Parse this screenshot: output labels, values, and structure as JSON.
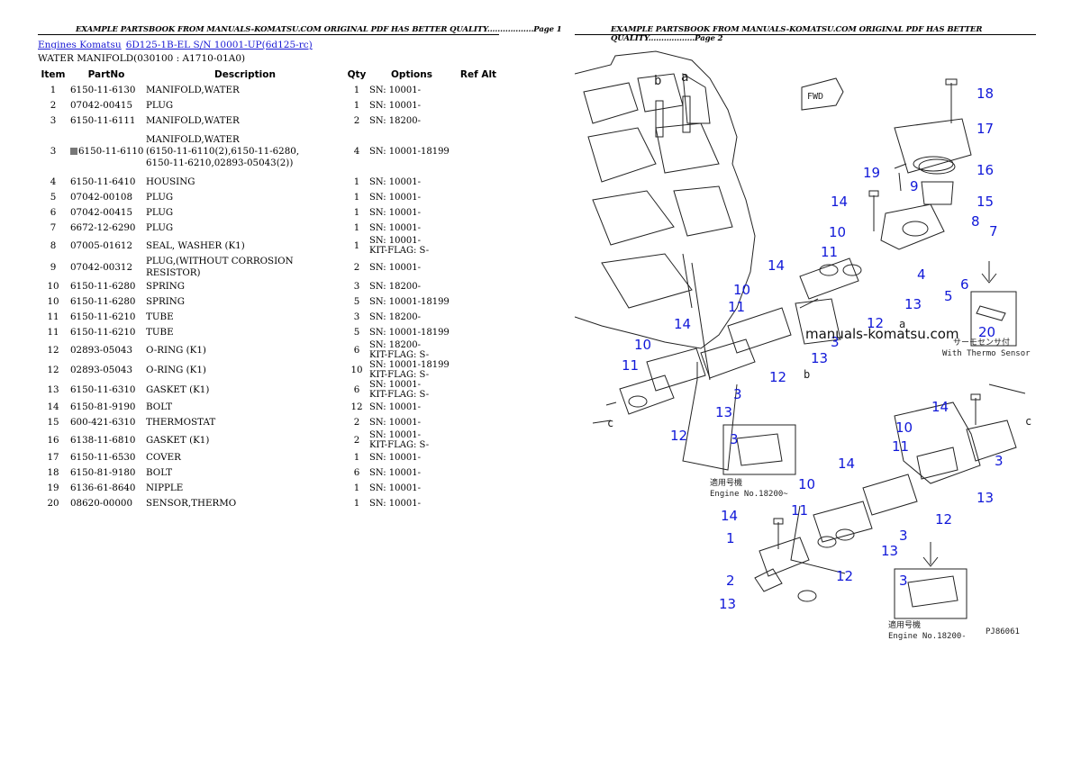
{
  "header": {
    "left": "EXAMPLE PARTSBOOK FROM MANUALS-KOMATSU.COM ORIGINAL PDF HAS BETTER QUALITY..................Page 1",
    "right": "EXAMPLE PARTSBOOK FROM MANUALS-KOMATSU.COM ORIGINAL PDF HAS BETTER QUALITY..................Page 2"
  },
  "breadcrumb": {
    "engines": "Engines Komatsu",
    "model": "6D125-1B-EL S/N 10001-UP(6d125-rc)"
  },
  "section_title": "WATER MANIFOLD(030100 : A1710-01A0)",
  "table": {
    "headers": [
      "Item",
      "PartNo",
      "Description",
      "Qty",
      "Options",
      "Ref Alt"
    ],
    "rows": [
      {
        "item": "1",
        "part": "6150-11-6130",
        "desc": "MANIFOLD,WATER",
        "qty": "1",
        "opt": "SN: 10001-",
        "h": "r1"
      },
      {
        "item": "2",
        "part": "07042-00415",
        "desc": "PLUG",
        "qty": "1",
        "opt": "SN: 10001-",
        "h": "r1"
      },
      {
        "item": "3",
        "part": "6150-11-6111",
        "desc": "MANIFOLD,WATER",
        "qty": "2",
        "opt": "SN: 18200-",
        "h": "r1"
      },
      {
        "item": "3",
        "part": "6150-11-6110",
        "desc": "MANIFOLD,WATER\n(6150-11-6110(2),6150-11-6280,\n6150-11-6210,02893-05043(2))",
        "qty": "4",
        "opt": "SN: 10001-18199",
        "h": "r3",
        "mark": true
      },
      {
        "item": "4",
        "part": "6150-11-6410",
        "desc": "HOUSING",
        "qty": "1",
        "opt": "SN: 10001-",
        "h": "r1"
      },
      {
        "item": "5",
        "part": "07042-00108",
        "desc": "PLUG",
        "qty": "1",
        "opt": "SN: 10001-",
        "h": "r1"
      },
      {
        "item": "6",
        "part": "07042-00415",
        "desc": "PLUG",
        "qty": "1",
        "opt": "SN: 10001-",
        "h": "r1"
      },
      {
        "item": "7",
        "part": "6672-12-6290",
        "desc": "PLUG",
        "qty": "1",
        "opt": "SN: 10001-",
        "h": "r1"
      },
      {
        "item": "8",
        "part": "07005-01612",
        "desc": "SEAL, WASHER (K1)",
        "qty": "1",
        "opt": "SN: 10001-\nKIT-FLAG: S-",
        "h": "r2"
      },
      {
        "item": "9",
        "part": "07042-00312",
        "desc": "PLUG,(WITHOUT CORROSION RESISTOR)",
        "qty": "2",
        "opt": "SN: 10001-",
        "h": "r1"
      },
      {
        "item": "10",
        "part": "6150-11-6280",
        "desc": "SPRING",
        "qty": "3",
        "opt": "SN: 18200-",
        "h": "r1"
      },
      {
        "item": "10",
        "part": "6150-11-6280",
        "desc": "SPRING",
        "qty": "5",
        "opt": "SN: 10001-18199",
        "h": "r1"
      },
      {
        "item": "11",
        "part": "6150-11-6210",
        "desc": "TUBE",
        "qty": "3",
        "opt": "SN: 18200-",
        "h": "r1"
      },
      {
        "item": "11",
        "part": "6150-11-6210",
        "desc": "TUBE",
        "qty": "5",
        "opt": "SN: 10001-18199",
        "h": "r1"
      },
      {
        "item": "12",
        "part": "02893-05043",
        "desc": "O-RING (K1)",
        "qty": "6",
        "opt": "SN: 18200-\nKIT-FLAG: S-",
        "h": "r2"
      },
      {
        "item": "12",
        "part": "02893-05043",
        "desc": "O-RING (K1)",
        "qty": "10",
        "opt": "SN: 10001-18199\nKIT-FLAG: S-",
        "h": "r2"
      },
      {
        "item": "13",
        "part": "6150-11-6310",
        "desc": "GASKET (K1)",
        "qty": "6",
        "opt": "SN: 10001-\nKIT-FLAG: S-",
        "h": "r2"
      },
      {
        "item": "14",
        "part": "6150-81-9190",
        "desc": "BOLT",
        "qty": "12",
        "opt": "SN: 10001-",
        "h": "r1"
      },
      {
        "item": "15",
        "part": "600-421-6310",
        "desc": "THERMOSTAT",
        "qty": "2",
        "opt": "SN: 10001-",
        "h": "r1"
      },
      {
        "item": "16",
        "part": "6138-11-6810",
        "desc": "GASKET (K1)",
        "qty": "2",
        "opt": "SN: 10001-\nKIT-FLAG: S-",
        "h": "r2"
      },
      {
        "item": "17",
        "part": "6150-11-6530",
        "desc": "COVER",
        "qty": "1",
        "opt": "SN: 10001-",
        "h": "r1"
      },
      {
        "item": "18",
        "part": "6150-81-9180",
        "desc": "BOLT",
        "qty": "6",
        "opt": "SN: 10001-",
        "h": "r1"
      },
      {
        "item": "19",
        "part": "6136-61-8640",
        "desc": "NIPPLE",
        "qty": "1",
        "opt": "SN: 10001-",
        "h": "r1"
      },
      {
        "item": "20",
        "part": "08620-00000",
        "desc": "SENSOR,THERMO",
        "qty": "1",
        "opt": "SN: 10001-",
        "h": "r1"
      }
    ]
  },
  "diagram": {
    "watermark": "manuals-komatsu.com",
    "fwd": "FWD",
    "with_thermo_jp": "サーモセンサ付",
    "with_thermo": "With Thermo Sensor",
    "applicable_jp": "適用号機",
    "engine_no_1": "Engine No.18200~",
    "engine_no_2": "Engine No.18200-",
    "fig_code": "PJ86061",
    "letter_a": "a",
    "letter_b": "b",
    "letter_c": "c",
    "callouts": [
      "1",
      "2",
      "3",
      "4",
      "5",
      "6",
      "7",
      "8",
      "9",
      "10",
      "11",
      "12",
      "13",
      "14",
      "15",
      "16",
      "17",
      "18",
      "19",
      "20"
    ]
  }
}
